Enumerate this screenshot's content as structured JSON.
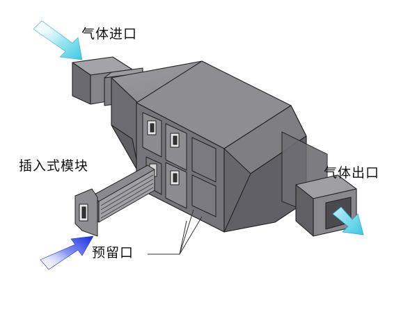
{
  "labels": {
    "gas_inlet": "气体进口",
    "plugin_module": "插入式模块",
    "gas_outlet": "气体出口",
    "reserved_port": "预留口"
  },
  "colors": {
    "body_top": "#8e8e93",
    "body_side": "#76767b",
    "body_front": "#69696e",
    "duct_light": "#9b9ba0",
    "duct_dark": "#5f5f64",
    "edge": "#222222",
    "inlet_arrow": "#4fd2e8",
    "outlet_arrow": "#4fd2e8",
    "module_arrow": "#1a2ee0"
  }
}
